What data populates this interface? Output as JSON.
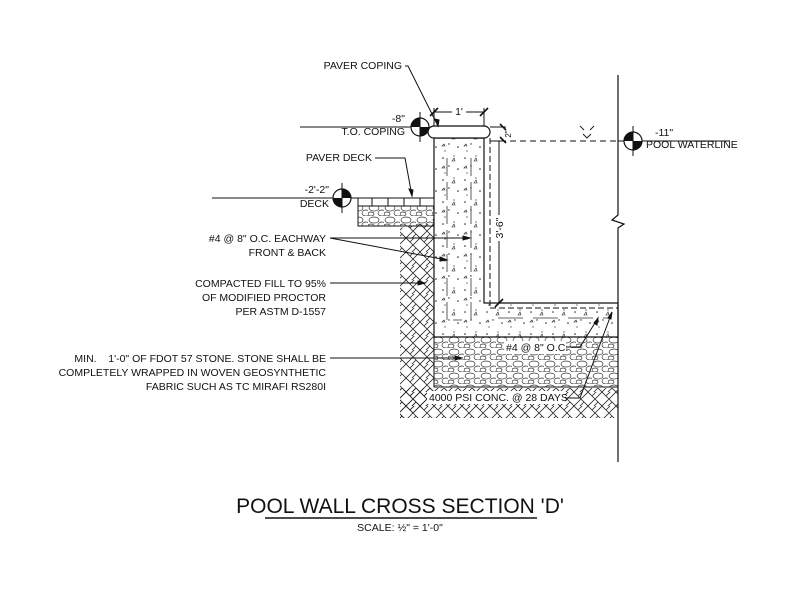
{
  "drawing": {
    "title": "POOL WALL CROSS SECTION 'D'",
    "scale": "SCALE: ½\" = 1'-0\""
  },
  "elevations": {
    "coping": {
      "value": "-8\"",
      "label": "T.O. COPING"
    },
    "deck": {
      "value": "-2'-2\"",
      "label": "DECK"
    },
    "waterline": {
      "value": "-11\"",
      "label": "POOL WATERLINE"
    }
  },
  "dimensions": {
    "coping_width": "1'",
    "coping_offset": "2\"",
    "wall_height": "3'-6\""
  },
  "callouts": {
    "paver_coping": "PAVER COPING",
    "paver_deck": "PAVER DECK",
    "rebar_wall": [
      "#4 @ 8\" O.C. EACHWAY",
      "FRONT & BACK"
    ],
    "compacted_fill": [
      "COMPACTED FILL TO 95%",
      "OF MODIFIED PROCTOR",
      "PER ASTM D-1557"
    ],
    "stone": [
      "MIN.    1'-0\" OF FDOT 57 STONE. STONE SHALL BE",
      "COMPLETELY WRAPPED IN WOVEN GEOSYNTHETIC",
      "FABRIC SUCH AS TC MIRAFI RS280I"
    ],
    "rebar_floor": "#4 @ 8\" O.C.",
    "concrete": "4000 PSI CONC. @ 28 DAYS"
  }
}
